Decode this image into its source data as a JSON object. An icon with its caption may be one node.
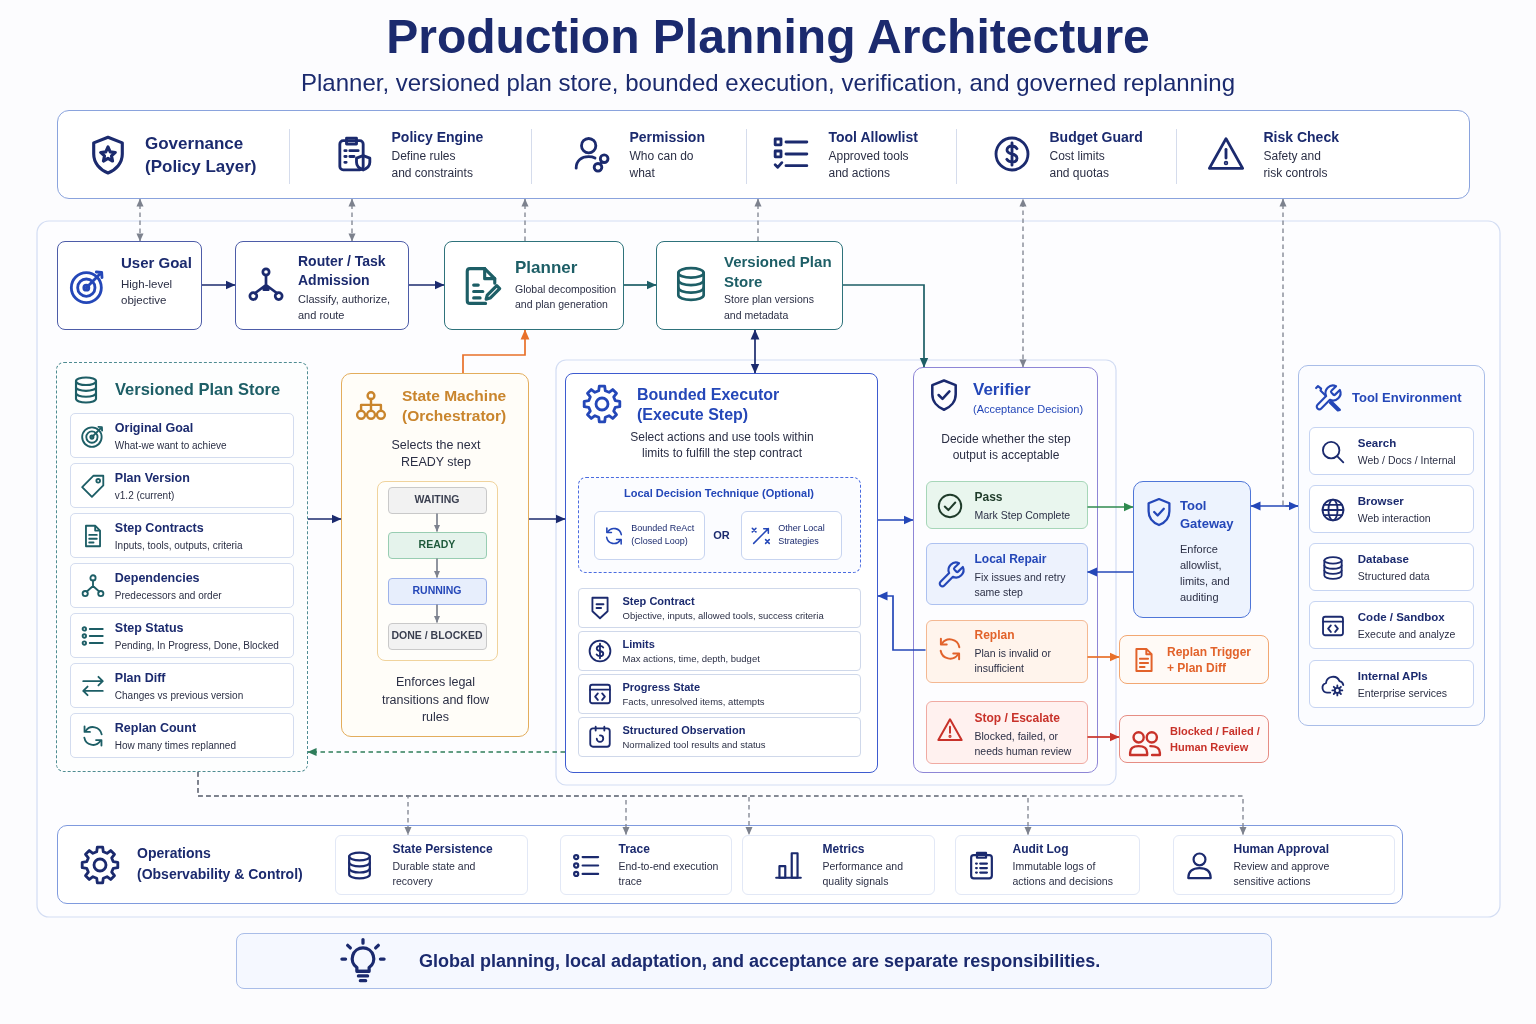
{
  "diagram": {
    "title": "Production Planning Architecture",
    "nodes": [
      {
        "text": [
          "Governance (Policy Layer)"
        ]
      },
      {
        "text": [
          "Policy Engine",
          "Define rules and constraints"
        ],
        "in": 0
      },
      {
        "text": [
          "Permission",
          "Who can do what"
        ],
        "in": 0
      },
      {
        "text": [
          "Tool Allowlist",
          "Approved tools and actions"
        ],
        "in": 0
      },
      {
        "text": [
          "Budget Guard",
          "Cost limits and quotas"
        ],
        "in": 0
      },
      {
        "text": [
          "Risk Check",
          "Safety and risk controls"
        ],
        "in": 0
      },
      {
        "text": [
          "User Goal",
          "High-level objective"
        ]
      },
      {
        "text": [
          "Router / Task Admission",
          "Classify, authorize, and route"
        ]
      },
      {
        "text": [
          "Planner",
          "Global decomposition and plan generation"
        ]
      },
      {
        "text": [
          "Versioned Plan Store",
          "Store plan versions and metadata"
        ]
      },
      {
        "text": [
          "Versioned Plan Store"
        ]
      },
      {
        "text": [
          "Original Goal",
          "What-we want to achieve"
        ],
        "in": 10
      },
      {
        "text": [
          "Plan Version",
          "v1.2 (current)"
        ],
        "in": 10
      },
      {
        "text": [
          "Step Contracts",
          "Inputs, tools, outputs, criteria"
        ],
        "in": 10
      },
      {
        "text": [
          "Dependencies",
          "Predecessors and order"
        ],
        "in": 10
      },
      {
        "text": [
          "Step Status",
          "Pending, In Progress, Done, Blocked"
        ],
        "in": 10
      },
      {
        "text": [
          "Plan Diff",
          "Changes vs previous version"
        ],
        "in": 10
      },
      {
        "text": [
          "Replan Count",
          "How many times replanned"
        ],
        "in": 10
      },
      {
        "text": [
          "State Machine (Orchestrator)",
          "Selects the next READY step",
          "Enforces legal transitions and flow rules"
        ]
      },
      {
        "text": [
          "WAITING"
        ],
        "in": 18
      },
      {
        "text": [
          "READY"
        ],
        "in": 18
      },
      {
        "text": [
          "RUNNING"
        ],
        "in": 18
      },
      {
        "text": [
          "DONE / BLOCKED"
        ],
        "in": 18
      },
      {
        "text": [
          "Bounded Executor (Execute Step)",
          "Select actions and use tools within limits to fulfill the step contract"
        ]
      },
      {
        "text": [
          "Local Decision Technique (Optional)",
          "OR"
        ],
        "in": 23
      },
      {
        "text": [
          "Bounded ReAct (Closed Loop)"
        ],
        "in": 24
      },
      {
        "text": [
          "Other Local Strategies"
        ],
        "in": 24
      },
      {
        "text": [
          "Step Contract",
          "Objective, inputs, allowed tools, success criteria"
        ],
        "in": 23
      },
      {
        "text": [
          "Limits",
          "Max actions, time, depth, budget"
        ],
        "in": 23
      },
      {
        "text": [
          "Progress State",
          "Facts, unresolved items, attempts"
        ],
        "in": 23
      },
      {
        "text": [
          "Structured Observation",
          "Normalized tool results and status"
        ],
        "in": 23
      },
      {
        "text": [
          "Verifier",
          "(Acceptance Decision)",
          "Decide whether the step output is acceptable"
        ]
      },
      {
        "text": [
          "Pass",
          "Mark Step Complete"
        ],
        "in": 31
      },
      {
        "text": [
          "Local Repair",
          "Fix issues and retry same step"
        ],
        "in": 31
      },
      {
        "text": [
          "Replan",
          "Plan is invalid or insufficient"
        ],
        "in": 31
      },
      {
        "text": [
          "Stop / Escalate",
          "Blocked, failed, or needs human review"
        ],
        "in": 31
      },
      {
        "text": [
          "Tool Gateway",
          "Enforce allowlist, limits, and auditing"
        ]
      },
      {
        "text": [
          "Replan Trigger + Plan Diff"
        ]
      },
      {
        "text": [
          "Blocked / Failed / Human Review"
        ]
      },
      {
        "text": [
          "Tool Environment"
        ]
      },
      {
        "text": [
          "Search",
          "Web / Docs / Internal"
        ],
        "in": 39
      },
      {
        "text": [
          "Browser",
          "Web interaction"
        ],
        "in": 39
      },
      {
        "text": [
          "Database",
          "Structured data"
        ],
        "in": 39
      },
      {
        "text": [
          "Code / Sandbox",
          "Execute and analyze"
        ],
        "in": 39
      },
      {
        "text": [
          "Internal APIs",
          "Enterprise services"
        ],
        "in": 39
      },
      {
        "text": [
          "Operations (Observability & Control)"
        ]
      },
      {
        "text": [
          "State Persistence",
          "Durable state and recovery"
        ],
        "in": 45
      },
      {
        "text": [
          "Trace",
          "End-to-end execution trace"
        ],
        "in": 45
      },
      {
        "text": [
          "Metrics",
          "Performance and quality signals"
        ],
        "in": 45
      },
      {
        "text": [
          "Audit Log",
          "Immutable logs of actions and decisions"
        ],
        "in": 45
      },
      {
        "text": [
          "Human Approval",
          "Review and approve sensitive actions"
        ],
        "in": 45
      },
      {
        "text": [
          "Global planning, local adaptation, and acceptance are separate responsibilities."
        ]
      }
    ],
    "edges": [
      {
        "from": 6,
        "to": 0,
        "arrow": "both",
        "style": "dashed"
      },
      {
        "from": 7,
        "to": 0,
        "arrow": "both",
        "style": "dashed"
      },
      {
        "from": 8,
        "to": 0,
        "arrow": "to",
        "style": "dashed"
      },
      {
        "from": 9,
        "to": 0,
        "arrow": "to",
        "style": "dashed"
      },
      {
        "from": 31,
        "to": 0,
        "arrow": "both",
        "style": "dashed"
      },
      {
        "from": 39,
        "to": 0,
        "arrow": "to",
        "style": "dashed"
      },
      {
        "from": 6,
        "to": 7,
        "arrow": "to",
        "color": "#1b2a6e"
      },
      {
        "from": 7,
        "to": 8,
        "arrow": "to",
        "color": "#1b2a6e"
      },
      {
        "from": 8,
        "to": 9,
        "arrow": "to",
        "color": "#1d5e66"
      },
      {
        "from": 9,
        "to": 31,
        "arrow": "to",
        "color": "#1d5e66"
      },
      {
        "from": 9,
        "to": 23,
        "arrow": "both",
        "color": "#1b2a6e"
      },
      {
        "from": 18,
        "to": 8,
        "arrow": "to",
        "color": "#e8702a"
      },
      {
        "from": 10,
        "to": 18,
        "arrow": "to",
        "color": "#1b2a6e"
      },
      {
        "from": 18,
        "to": 23,
        "arrow": "to",
        "color": "#1b2a6e"
      },
      {
        "from": 19,
        "to": 20,
        "arrow": "to"
      },
      {
        "from": 20,
        "to": 21,
        "arrow": "to"
      },
      {
        "from": 21,
        "to": 22,
        "arrow": "to"
      },
      {
        "from": 23,
        "to": 31,
        "arrow": "to",
        "color": "#2447b8"
      },
      {
        "from": 34,
        "to": 23,
        "arrow": "to",
        "color": "#2447b8"
      },
      {
        "from": 23,
        "to": 10,
        "arrow": "to",
        "style": "dashed",
        "color": "#2f7d5b"
      },
      {
        "from": 32,
        "to": 36,
        "arrow": "to",
        "color": "#2f8a4f"
      },
      {
        "from": 36,
        "to": 33,
        "arrow": "to",
        "color": "#2447b8"
      },
      {
        "from": 34,
        "to": 37,
        "arrow": "to",
        "color": "#e8702a"
      },
      {
        "from": 35,
        "to": 38,
        "arrow": "to",
        "color": "#c8322a"
      },
      {
        "from": 36,
        "to": 39,
        "arrow": "both",
        "color": "#2447b8"
      },
      {
        "from": 10,
        "to": 46,
        "arrow": "to",
        "style": "dashed"
      },
      {
        "from": 10,
        "to": 47,
        "arrow": "to",
        "style": "dashed"
      },
      {
        "from": 10,
        "to": 48,
        "arrow": "to",
        "style": "dashed"
      },
      {
        "from": 10,
        "to": 49,
        "arrow": "to",
        "style": "dashed"
      },
      {
        "from": 10,
        "to": 50,
        "arrow": "to",
        "style": "dashed"
      }
    ],
    "labels": [
      "Planner, versioned plan store, bounded execution, verification, and governed replanning"
    ]
  }
}
